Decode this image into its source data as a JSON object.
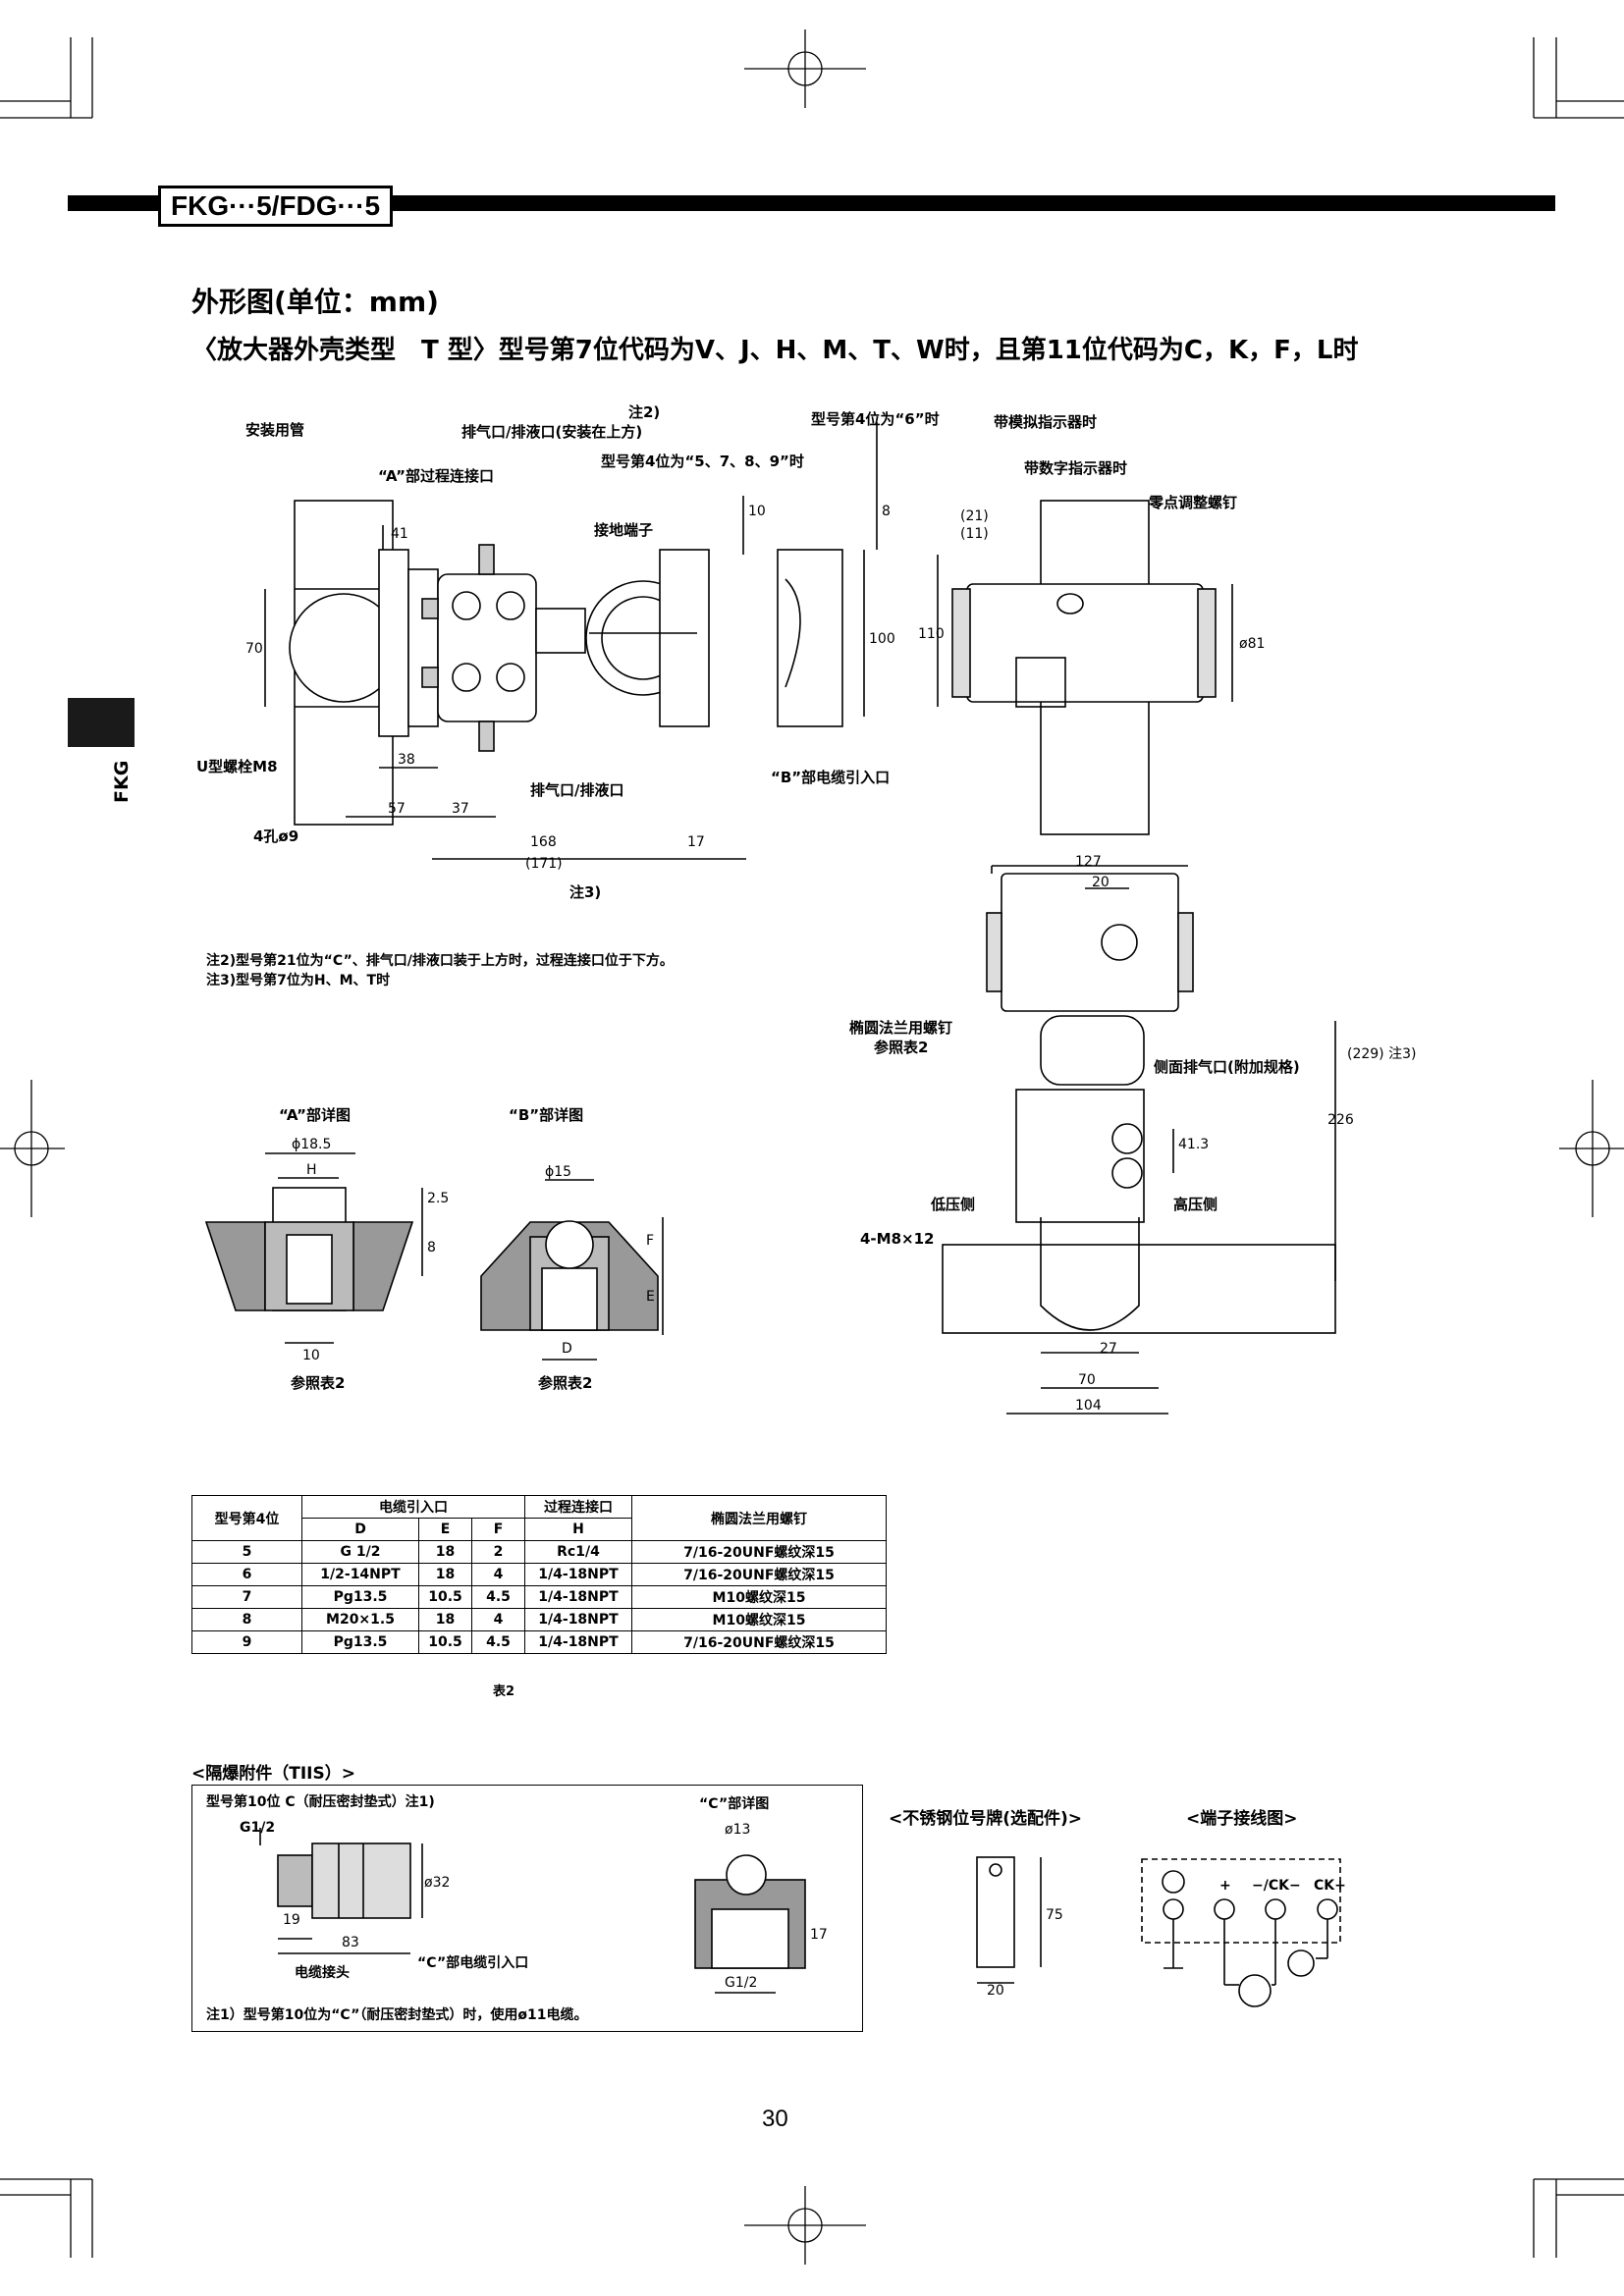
{
  "header": {
    "model": "FKG···5/FDG···5"
  },
  "side_tab": {
    "label": "FKG"
  },
  "title": {
    "line1": "外形图(单位：mm)",
    "line2": "〈放大器外壳类型　T 型〉型号第7位代码为V、J、H、M、T、W时，且第11位代码为C，K，F，L时"
  },
  "main_drawing": {
    "labels": {
      "mount_pipe": "安装用管",
      "note2": "注2)",
      "vent_drain_top": "排气口/排液口(安装在上方)",
      "a_process_conn": "“A”部过程连接口",
      "code4_579": "型号第4位为“5、7、8、9”时",
      "code4_6": "型号第4位为“6”时",
      "analog_ind": "带模拟指示器时",
      "digital_ind": "带数字指示器时",
      "zero_adj": "零点调整螺钉",
      "ground": "接地端子",
      "u_bolt": "U型螺栓M8",
      "holes": "4孔ø9",
      "vent_drain": "排气口/排液口",
      "b_cable": "“B”部电缆引入口",
      "note3": "注3)"
    },
    "dims": {
      "d41": "41",
      "d70": "70",
      "d38": "38",
      "d57": "57",
      "d37": "37",
      "d168": "168",
      "d171": "(171)",
      "d17": "17",
      "d10": "10",
      "d8": "8",
      "d100": "100",
      "d21": "(21)",
      "d11": "(11)",
      "d110": "110",
      "d81": "ø81"
    }
  },
  "notes": {
    "n2": "注2)型号第21位为“C”、排气口/排液口装于上方时，过程连接口位于下方。",
    "n3": "注3)型号第7位为H、M、T时"
  },
  "side_view": {
    "labels": {
      "oval_bolt": "椭圆法兰用螺钉",
      "ref_table2": "参照表2",
      "side_vent": "侧面排气口(附加规格)",
      "low_side": "低压侧",
      "high_side": "高压侧",
      "m8": "4-M8×12"
    },
    "dims": {
      "d127": "127",
      "d20": "20",
      "d226": "226",
      "d229": "(229) 注3)",
      "d413": "41.3",
      "d27": "27",
      "d70": "70",
      "d104": "104"
    }
  },
  "detail_a": {
    "title": "“A”部详图",
    "d185": "ϕ18.5",
    "h": "H",
    "d25": "2.5",
    "d8": "8",
    "d10": "10",
    "ref": "参照表2"
  },
  "detail_b": {
    "title": "“B”部详图",
    "d15": "ϕ15",
    "f": "F",
    "e": "E",
    "d": "D",
    "ref": "参照表2"
  },
  "table2": {
    "caption": "表2",
    "head1": [
      "型号第4位",
      "电缆引入口",
      "过程连接口",
      "椭圆法兰用螺钉"
    ],
    "head2": [
      "D",
      "E",
      "F",
      "H"
    ],
    "rows": [
      [
        "5",
        "G 1/2",
        "18",
        "2",
        "Rc1/4",
        "7/16-20UNF螺纹深15"
      ],
      [
        "6",
        "1/2-14NPT",
        "18",
        "4",
        "1/4-18NPT",
        "7/16-20UNF螺纹深15"
      ],
      [
        "7",
        "Pg13.5",
        "10.5",
        "4.5",
        "1/4-18NPT",
        "M10螺纹深15"
      ],
      [
        "8",
        "M20×1.5",
        "18",
        "4",
        "1/4-18NPT",
        "M10螺纹深15"
      ],
      [
        "9",
        "Pg13.5",
        "10.5",
        "4.5",
        "1/4-18NPT",
        "7/16-20UNF螺纹深15"
      ]
    ]
  },
  "flameproof": {
    "title": "<隔爆附件（TIIS）>",
    "subtitle": "型号第10位 C（耐压密封垫式）注1)",
    "g12": "G1/2",
    "d32": "ø32",
    "d19": "19",
    "d83": "83",
    "cable_head": "电缆接头",
    "c_cable": "“C”部电缆引入口",
    "c_detail": "“C”部详图",
    "d13": "ø13",
    "d17": "17",
    "g12b": "G1/2",
    "note1": "注1）型号第10位为“C”（耐压密封垫式）时，使用ø11电缆。"
  },
  "nameplate": {
    "title": "<不锈钢位号牌(选配件)>",
    "d75": "75",
    "d20": "20"
  },
  "terminal": {
    "title": "<端子接线图>",
    "plus": "+",
    "ck_minus": "−/CK−",
    "ck_plus": "CK+"
  },
  "page": {
    "number": "30"
  }
}
